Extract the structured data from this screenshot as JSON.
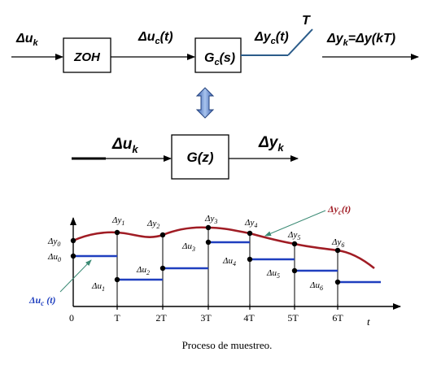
{
  "top_chain": {
    "input": {
      "base": "Δu",
      "sub": "k"
    },
    "zoh_block": "ZOH",
    "uc_signal": {
      "base": "Δu",
      "sub": "c",
      "tail": "(t)"
    },
    "plant_block": {
      "base": "G",
      "sub": "c",
      "tail": "(s)"
    },
    "yc_signal": {
      "base": "Δy",
      "sub": "c",
      "tail": "(t)"
    },
    "sampler_label": "T",
    "output": {
      "base": "Δy",
      "sub": "k",
      "tail": "=Δy(kT)"
    }
  },
  "equivalence_arrow": "double-arrow-icon",
  "bottom_chain": {
    "input": {
      "base": "Δu",
      "sub": "k"
    },
    "block": "G(z)",
    "output": {
      "base": "Δy",
      "sub": "k"
    }
  },
  "plot": {
    "x_ticks": [
      "0",
      "T",
      "2T",
      "3T",
      "4T",
      "5T",
      "6T"
    ],
    "x_axis_label": "t",
    "y_label": {
      "base": "Δy",
      "sub": "0"
    },
    "u_label": {
      "base": "Δu",
      "sub": "0"
    },
    "y_samples": [
      {
        "base": "Δy",
        "sub": "1"
      },
      {
        "base": "Δy",
        "sub": "2"
      },
      {
        "base": "Δy",
        "sub": "3"
      },
      {
        "base": "Δy",
        "sub": "4"
      },
      {
        "base": "Δy",
        "sub": "5"
      },
      {
        "base": "Δy",
        "sub": "6"
      }
    ],
    "u_samples": [
      {
        "base": "Δu",
        "sub": "1"
      },
      {
        "base": "Δu",
        "sub": "2"
      },
      {
        "base": "Δu",
        "sub": "3"
      },
      {
        "base": "Δu",
        "sub": "4"
      },
      {
        "base": "Δu",
        "sub": "5"
      },
      {
        "base": "Δu",
        "sub": "6"
      }
    ],
    "yc_curve_label": {
      "base": "Δy",
      "sub": "c",
      "tail": "(t)"
    },
    "uc_curve_label": {
      "base": "Δu",
      "sub": "c",
      "tail": " (t)"
    },
    "colors": {
      "yc": "#a01c24",
      "uc": "#1f3fbf",
      "annot": "#3a8a74"
    }
  },
  "caption": "Proceso de muestreo."
}
